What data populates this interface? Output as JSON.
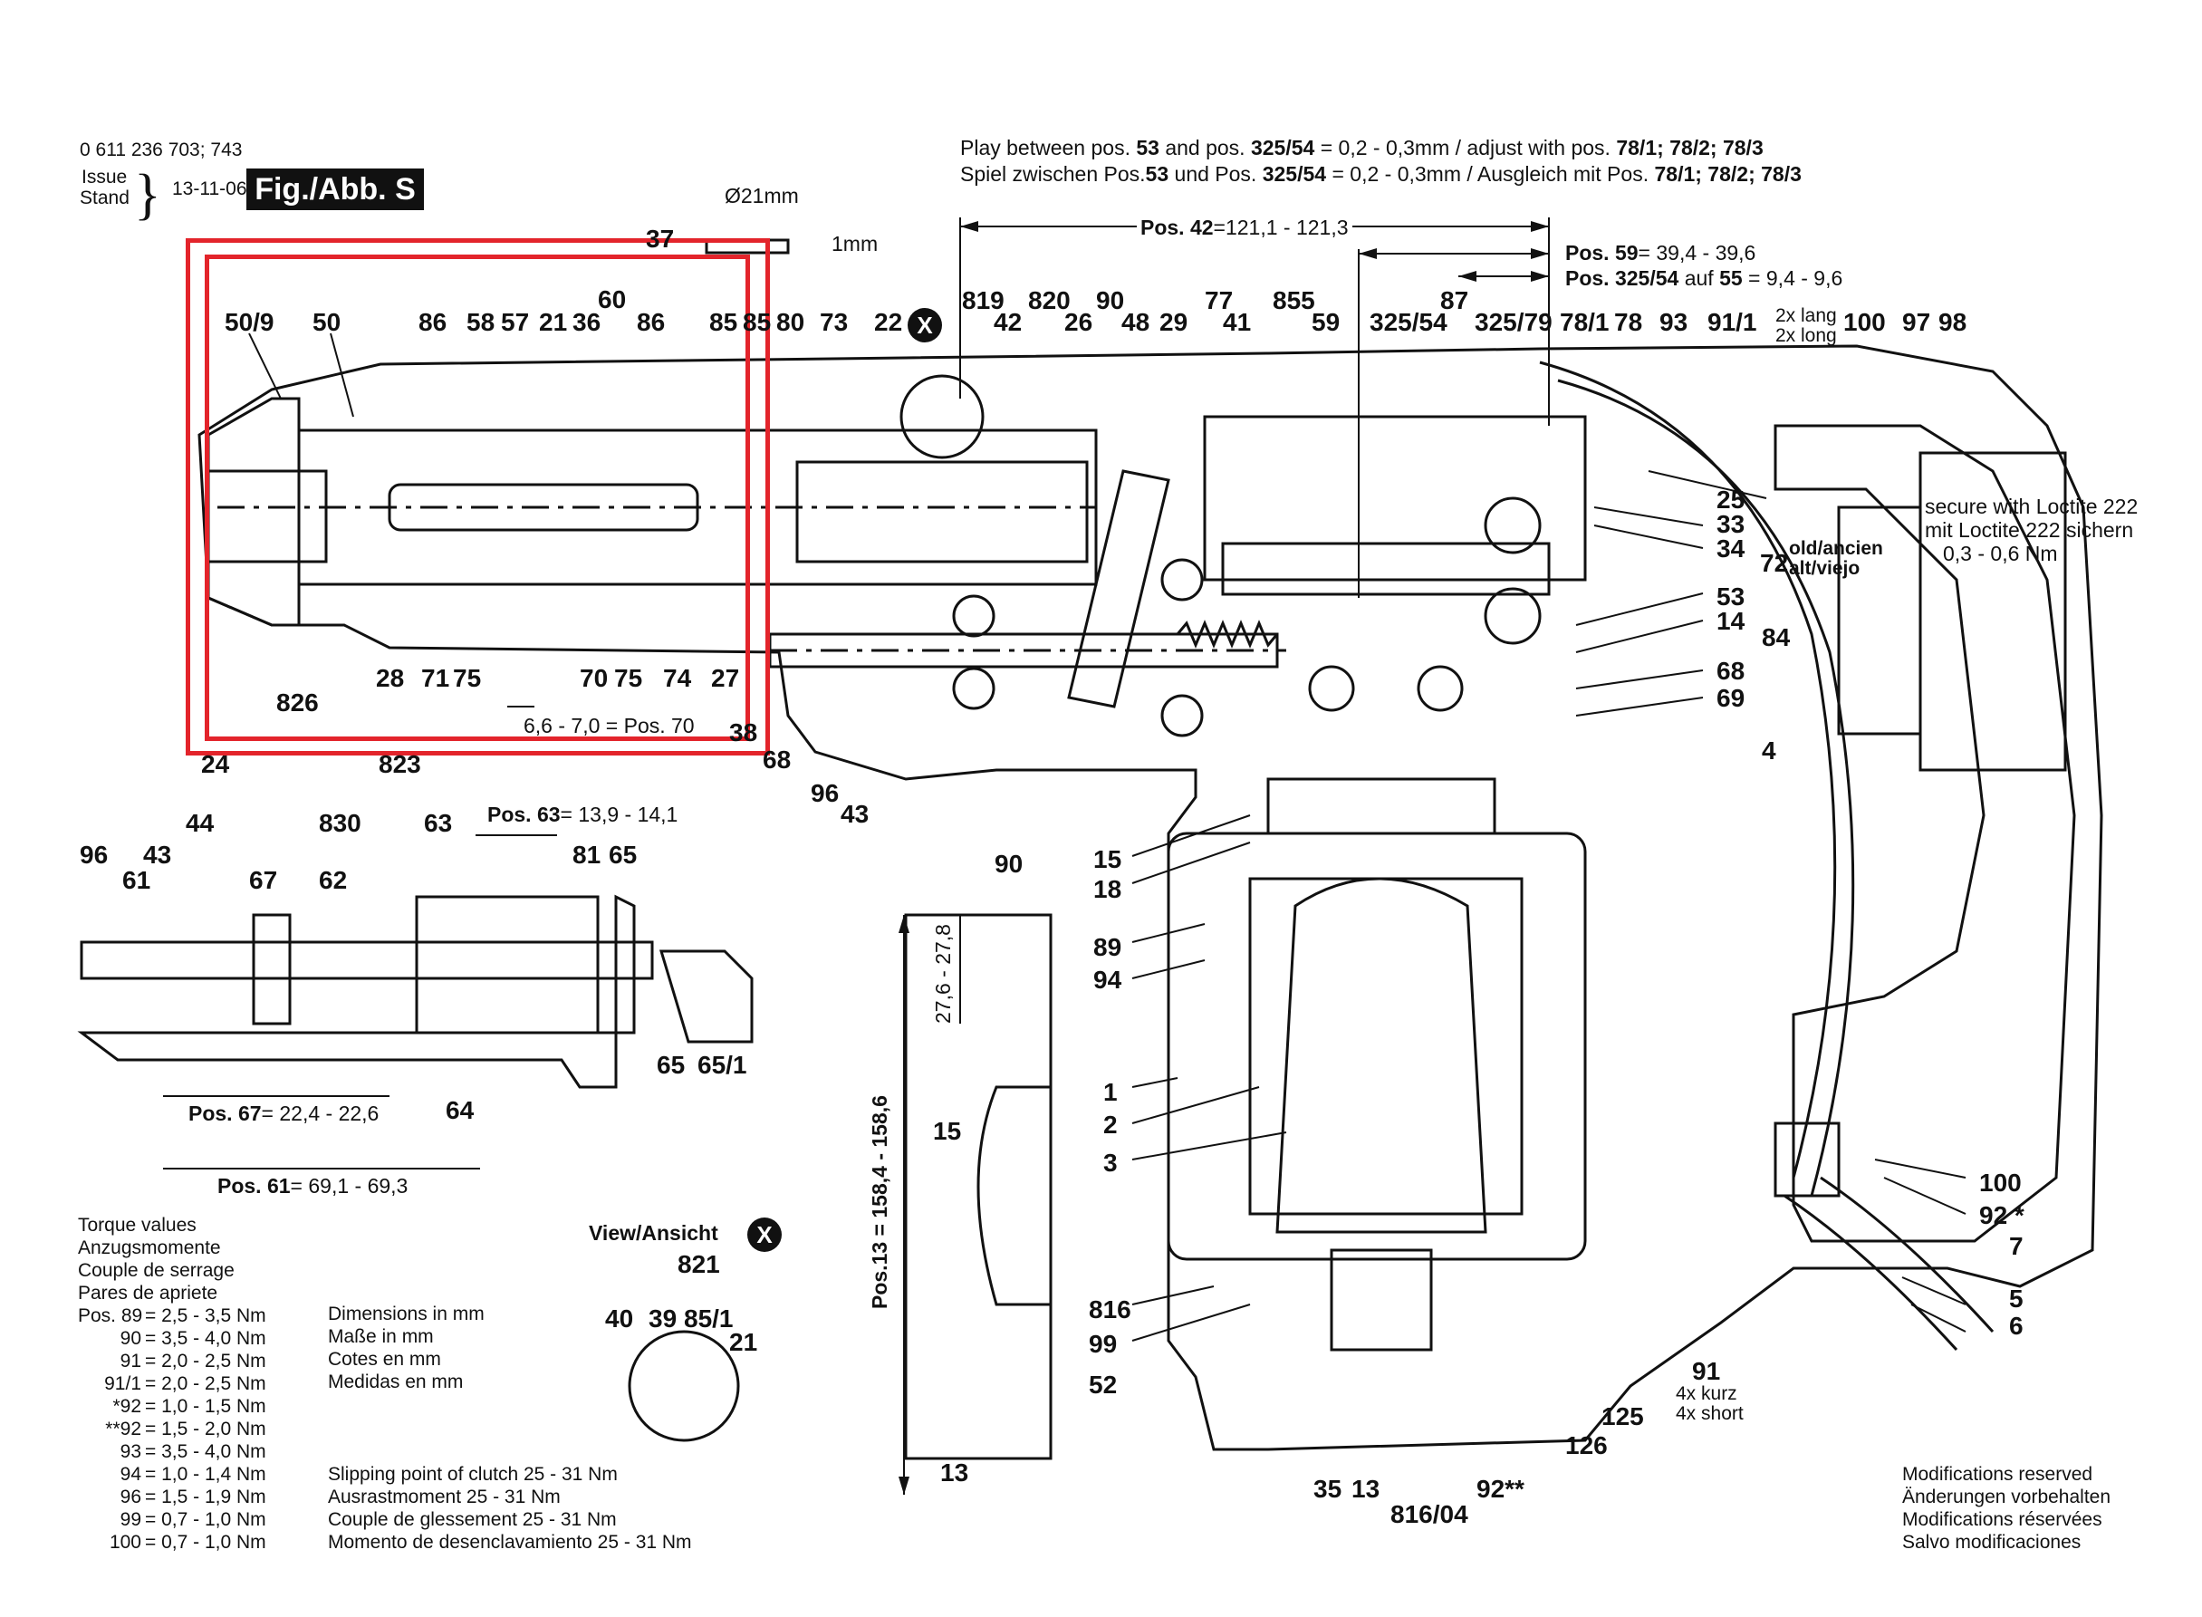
{
  "header": {
    "part_number": "0 611 236 703; 743",
    "issue_label": "Issue",
    "stand_label": "Stand",
    "issue_date": "13-11-06",
    "figure_tag": "Fig./Abb. S"
  },
  "notes": {
    "play_en_prefix": "Play between pos. ",
    "play_en_pos1": "53",
    "play_en_mid": " and pos. ",
    "play_en_pos2": "325/54",
    "play_en_suffix": " = 0,2 - 0,3mm / adjust with pos. ",
    "play_en_adj": "78/1; 78/2; 78/3",
    "play_de_prefix": "Spiel zwischen Pos.",
    "play_de_pos1": "53",
    "play_de_mid": " und Pos. ",
    "play_de_pos2": "325/54",
    "play_de_suffix": " = 0,2 - 0,3mm / Ausgleich mit Pos. ",
    "play_de_adj": "78/1; 78/2; 78/3",
    "diam": "Ø21mm",
    "one_mm": "1mm",
    "loctite_1": "secure with Loctite 222",
    "loctite_2": "mit Loctite 222 sichern",
    "loctite_3": "0,3 - 0,6 Nm",
    "two_x_lang": "2x lang",
    "two_x_long": "2x long",
    "old_label": "old/ancien",
    "alt_label": "alt/viejo",
    "kurz": "4x kurz",
    "short": "4x short",
    "view_label": "View/Ansicht",
    "view_x": "X",
    "detail_x": "X"
  },
  "dimensions": {
    "pos42_label": "Pos. 42",
    "pos42_value": "=121,1 - 121,3",
    "pos59_label": "Pos. 59",
    "pos59_value": "= 39,4 - 39,6",
    "pos325_label": "Pos. 325/54",
    "pos325_mid": " auf ",
    "pos325_ref": "55",
    "pos325_value": " = 9,4 - 9,6",
    "pos70": "6,6 - 7,0 = Pos. 70",
    "pos63_label": "Pos. 63",
    "pos63_value": "= 13,9 - 14,1",
    "pos67_label": "Pos. 67",
    "pos67_value": "= 22,4 - 22,6",
    "pos61_label": "Pos. 61",
    "pos61_value": "= 69,1 - 69,3",
    "pos13": "Pos.13 = 158,4 - 158,6",
    "dim_27": "27,6 - 27,8"
  },
  "torque": {
    "titles": [
      "Torque values",
      "Anzugsmomente",
      "Couple de serrage",
      "Pares de apriete"
    ],
    "rows": [
      {
        "pos": "Pos. 89",
        "value": "= 2,5 - 3,5 Nm"
      },
      {
        "pos": "90",
        "value": "= 3,5 - 4,0 Nm"
      },
      {
        "pos": "91",
        "value": "= 2,0 - 2,5 Nm"
      },
      {
        "pos": "91/1",
        "value": "= 2,0 - 2,5 Nm"
      },
      {
        "pos": "*92",
        "value": "= 1,0 - 1,5 Nm"
      },
      {
        "pos": "**92",
        "value": "= 1,5 - 2,0 Nm"
      },
      {
        "pos": "93",
        "value": "= 3,5 - 4,0 Nm"
      },
      {
        "pos": "94",
        "value": "= 1,0 - 1,4 Nm"
      },
      {
        "pos": "96",
        "value": "= 1,5 - 1,9 Nm"
      },
      {
        "pos": "99",
        "value": "= 0,7 - 1,0 Nm"
      },
      {
        "pos": "100",
        "value": "= 0,7 - 1,0 Nm"
      }
    ]
  },
  "dims_note": [
    "Dimensions in mm",
    "Maße in mm",
    "Cotes en mm",
    "Medidas en mm"
  ],
  "clutch_note": [
    "Slipping point of clutch 25 - 31 Nm",
    "Ausrastmoment 25 - 31 Nm",
    "Couple de glessement 25 - 31 Nm",
    "Momento de desenclavamiento 25 - 31 Nm"
  ],
  "modifications": [
    "Modifications reserved",
    "Änderungen vorbehalten",
    "Modifications réservées",
    "Salvo modificaciones"
  ],
  "part_labels": {
    "p50_9": "50/9",
    "p50": "50",
    "p86a": "86",
    "p58": "58",
    "p57": "57",
    "p21": "21",
    "p36": "36",
    "p60": "60",
    "p86b": "86",
    "p37": "37",
    "p85": "85",
    "p85b": "85",
    "p80": "80",
    "p73": "73",
    "p22": "22",
    "p819": "819",
    "p820": "820",
    "p90a": "90",
    "p77": "77",
    "p855": "855",
    "p42": "42",
    "p26": "26",
    "p48": "48",
    "p29": "29",
    "p41": "41",
    "p59": "59",
    "p87": "87",
    "p325_54": "325/54",
    "p325_79": "325/79",
    "p78_1": "78/1",
    "p78": "78",
    "p93": "93",
    "p91_1": "91/1",
    "p100a": "100",
    "p97": "97",
    "p98": "98",
    "p28": "28",
    "p71": "71",
    "p75a": "75",
    "p70": "70",
    "p75b": "75",
    "p74": "74",
    "p27": "27",
    "p826": "826",
    "p38": "38",
    "p68a": "68",
    "p96a": "96",
    "p43a": "43",
    "p90b": "90",
    "p25": "25",
    "p33": "33",
    "p34": "34",
    "p72": "72",
    "p53": "53",
    "p14": "14",
    "p84": "84",
    "p68b": "68",
    "p69": "69",
    "p4": "4",
    "p15a": "15",
    "p18": "18",
    "p89": "89",
    "p94": "94",
    "p24": "24",
    "p823": "823",
    "p44": "44",
    "p830": "830",
    "p63": "63",
    "p96b": "96",
    "p43b": "43",
    "p61": "61",
    "p67": "67",
    "p62": "62",
    "p81": "81",
    "p65a": "65",
    "p65b": "65",
    "p65_1": "65/1",
    "p64": "64",
    "p15b": "15",
    "p1": "1",
    "p2": "2",
    "p3": "3",
    "p816": "816",
    "p99": "99",
    "p52": "52",
    "p13a": "13",
    "p35": "35",
    "p13b": "13",
    "p816_04": "816/04",
    "p92ss": "92**",
    "p126": "126",
    "p125": "125",
    "p91": "91",
    "p100b": "100",
    "p92s": "92 *",
    "p7": "7",
    "p5": "5",
    "p6": "6",
    "p821": "821",
    "p40": "40",
    "p39": "39",
    "p85_1": "85/1",
    "p21b": "21"
  }
}
